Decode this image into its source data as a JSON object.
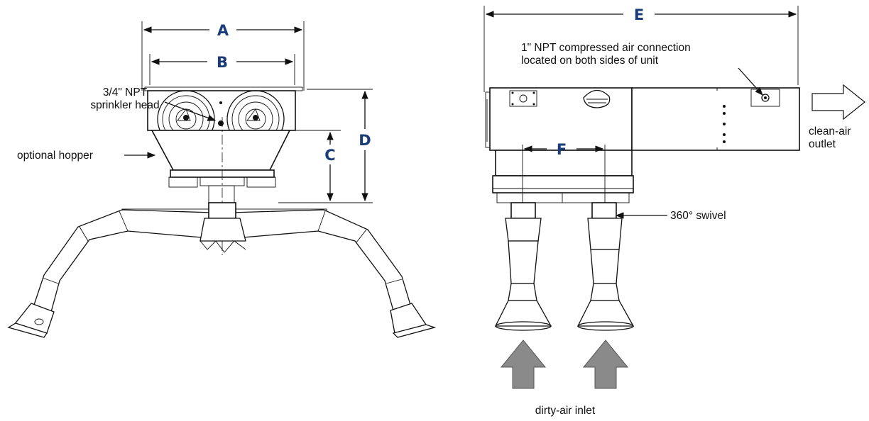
{
  "dimensions": {
    "a": "A",
    "b": "B",
    "c": "C",
    "d": "D",
    "e": "E",
    "f": "F"
  },
  "callouts": {
    "sprinkler_line1": "3/4\" NPT",
    "sprinkler_line2": "sprinkler head",
    "hopper": "optional hopper",
    "compressed_air_line1": "1\" NPT compressed air connection",
    "compressed_air_line2": "located on both sides of unit",
    "clean_air_line1": "clean-air",
    "clean_air_line2": "outlet",
    "swivel": "360° swivel",
    "dirty_air": "dirty-air inlet"
  },
  "colors": {
    "dimension_letters": "#1a3d7a",
    "inlet_arrows": "#8a8a8a"
  }
}
